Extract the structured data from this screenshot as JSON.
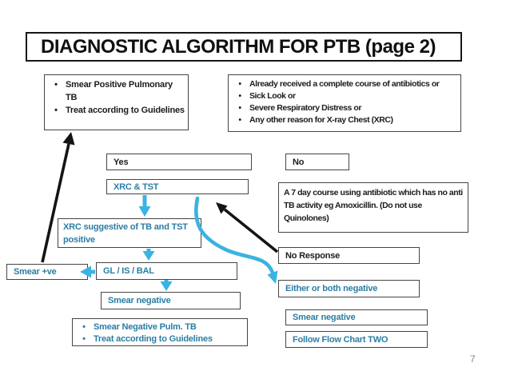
{
  "colors": {
    "accent_text": "#2b7da3",
    "arrow": "#3ab3e2",
    "line_black": "#141414"
  },
  "slide": {
    "title": "DIAGNOSTIC ALGORITHM FOR PTB (page 2)",
    "page_number": "7"
  },
  "nodes": {
    "smear_positive_tb": {
      "items": [
        "Smear Positive Pulmonary TB",
        "Treat according to Guidelines"
      ]
    },
    "xray_reasons": {
      "items": [
        "Already received a complete course of antibiotics or",
        "Sick Look or",
        "Severe Respiratory Distress or",
        "Any other reason for X-ray Chest (XRC)"
      ]
    },
    "yes_label": "Yes",
    "no_label": "No",
    "xrc_tst": "XRC & TST",
    "seven_day_course": "A 7 day course using antibiotic which has no anti TB activity eg Amoxicillin. (Do not use Quinolones)",
    "xrc_suggestive": "XRC suggestive of TB and TST positive",
    "smear_positive": "Smear +ve",
    "gl_is_bal": "GL / IS / BAL",
    "smear_negative_left": "Smear negative",
    "smear_negative_pulm_tb": {
      "items": [
        "Smear Negative Pulm. TB",
        "Treat according to Guidelines"
      ]
    },
    "no_response": "No Response",
    "either_or_both_negative": "Either or both negative",
    "smear_negative_right": "Smear negative",
    "follow_flow_chart": "Follow Flow Chart TWO"
  }
}
